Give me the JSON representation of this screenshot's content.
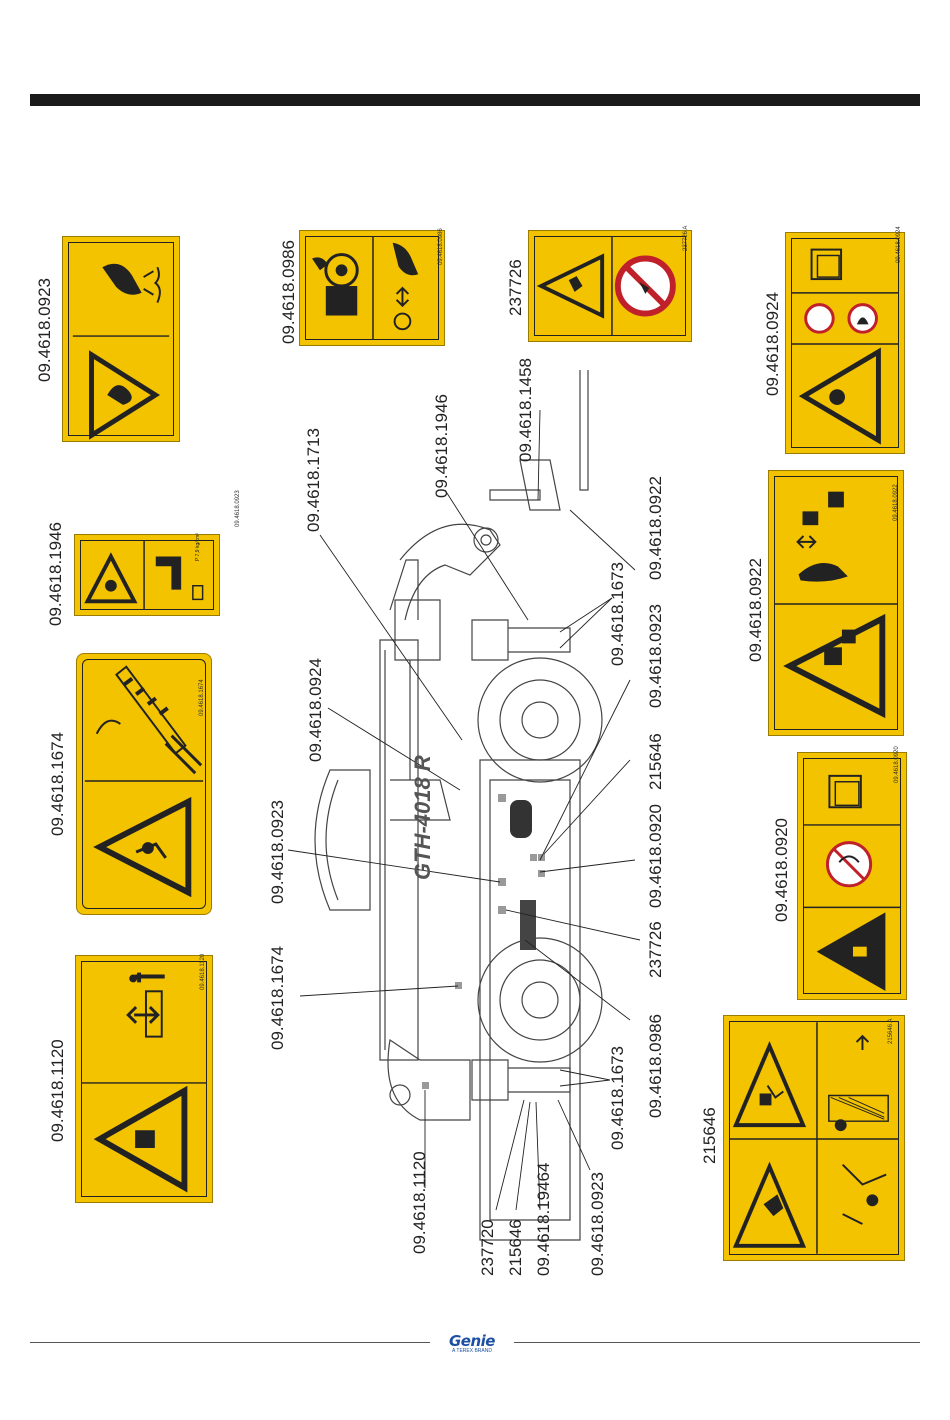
{
  "decals": {
    "d0923": {
      "label": "09.4618.0923",
      "code": "09.4618.0923"
    },
    "d1946": {
      "label": "09.4618.1946",
      "pmax": "P    7,9 kg/cm²",
      "code": "09.4618.1946"
    },
    "d1674": {
      "label": "09.4618.1674",
      "code": "09.4618.1674"
    },
    "d1120": {
      "label": "09.4618.1120",
      "code": "09.4618.1120"
    },
    "d0986": {
      "label": "09.4618.0986",
      "code": "09.4618.0986"
    },
    "d237726": {
      "label": "237726",
      "code": "237726  A"
    },
    "d0924": {
      "label": "09.4618.0924",
      "code": "09.4618.0924"
    },
    "d0922": {
      "label": "09.4618.0922",
      "code": "09.4618.0922"
    },
    "d0920": {
      "label": "09.4618.0920",
      "code": "09.4618.0920"
    },
    "d215646": {
      "label": "215646",
      "code": "215646  A"
    }
  },
  "machine": {
    "model": "GTH-4018 R",
    "callouts": {
      "c1713": "09.4618.1713",
      "c1946a": "09.4618.1946",
      "c1458": "09.4618.1458",
      "c0922": "09.4618.0922",
      "c1673a": "09.4618.1673",
      "c0923a": "09.4618.0923",
      "c0924": "09.4618.0924",
      "c0923b": "09.4618.0923",
      "c215646a": "215646",
      "c0920": "09.4618.0920",
      "c237726": "237726",
      "c1674": "09.4618.1674",
      "c0986": "09.4618.0986",
      "c1673b": "09.4618.1673",
      "c1120": "09.4618.1120",
      "c237720": "237720",
      "c215646b": "215646",
      "c19464b": "09.4618.19464",
      "c0923c": "09.4618.0923"
    }
  },
  "footer": {
    "brand": "Genie",
    "tagline": "A TEREX BRAND"
  }
}
